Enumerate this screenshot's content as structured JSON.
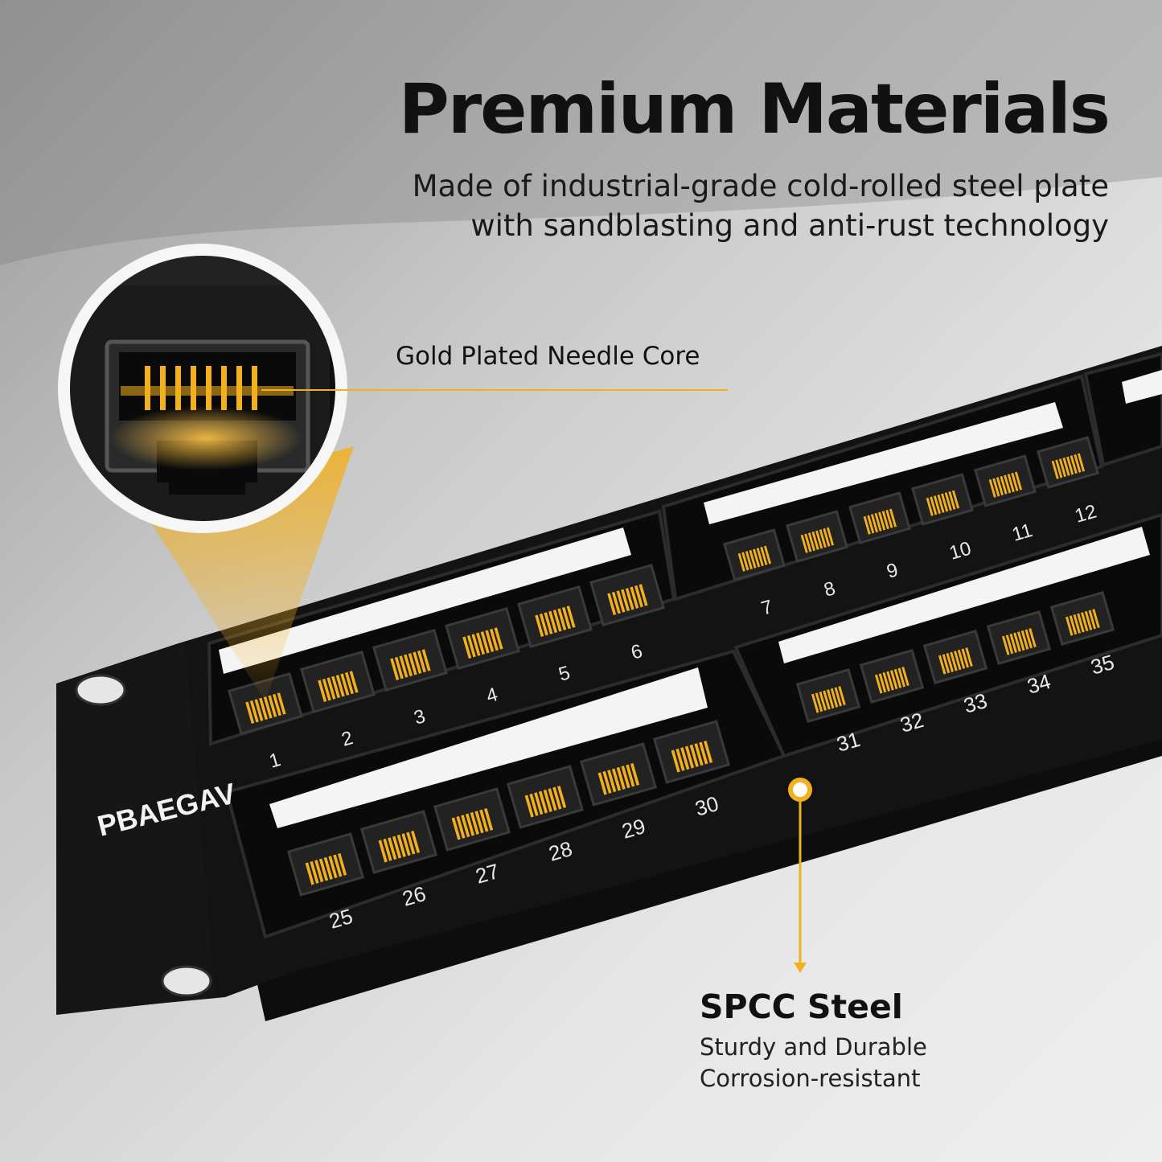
{
  "headline": "Premium Materials",
  "subheadline": [
    "Made of industrial-grade cold-rolled steel plate",
    "with sandblasting and anti-rust technology"
  ],
  "callout_needle": "Gold Plated Needle Core",
  "callout_steel": {
    "title": "SPCC Steel",
    "lines": [
      "Sturdy and Durable",
      "Corrosion-resistant"
    ]
  },
  "brand": "PBAEGAV",
  "port_labels": {
    "top_left": [
      "1",
      "2",
      "3",
      "4",
      "5",
      "6"
    ],
    "top_right": [
      "7",
      "8",
      "9",
      "10",
      "11",
      "12"
    ],
    "bottom_left": [
      "25",
      "26",
      "27",
      "28",
      "29",
      "30"
    ],
    "bottom_right": [
      "31",
      "32",
      "33",
      "34",
      "35"
    ]
  },
  "colors": {
    "accent": "#f2b01e",
    "panel": "#111111",
    "background": "#dcdcdc"
  }
}
